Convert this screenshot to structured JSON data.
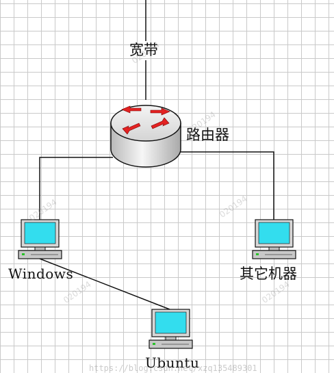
{
  "labels": {
    "broadband": "宽带",
    "router": "路由器",
    "windows": "Windows",
    "other_machines": "其它机器",
    "ubuntu": "Ubuntu"
  },
  "watermark": {
    "text": "020194",
    "url": "https://blog.csdn.net/xzq135489301"
  },
  "colors": {
    "line": "#111111",
    "router_arrows": "#e32222",
    "screen": "#33ddee",
    "computer_body": "#c8c8c8"
  }
}
